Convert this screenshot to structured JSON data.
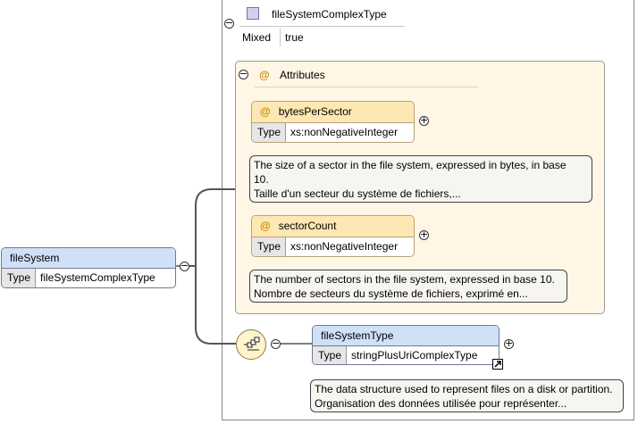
{
  "complex_type": {
    "name": "fileSystemComplexType",
    "mixed_label": "Mixed",
    "mixed_value": "true"
  },
  "attributes_group": {
    "at_symbol": "@",
    "label": "Attributes",
    "items": [
      {
        "name": "bytesPerSector",
        "type_label": "Type",
        "type_value": "xs:nonNegativeInteger",
        "doc_line1": "The size of a sector in the file system, expressed in bytes, in base",
        "doc_line2": "10.",
        "doc_line3": "Taille d'un secteur du système de fichiers,..."
      },
      {
        "name": "sectorCount",
        "type_label": "Type",
        "type_value": "xs:nonNegativeInteger",
        "doc_line1": "The number of sectors in the file system, expressed in base 10.",
        "doc_line2": "Nombre de secteurs du système de fichiers, exprimé en..."
      }
    ]
  },
  "root_element": {
    "name": "fileSystem",
    "type_label": "Type",
    "type_value": "fileSystemComplexType"
  },
  "child_element": {
    "name": "fileSystemType",
    "type_label": "Type",
    "type_value": "stringPlusUriComplexType",
    "doc_line1": "The data structure used to represent files on a disk or partition.",
    "doc_line2": "Organisation des données utilisée pour représenter..."
  },
  "symbols": {
    "collapse": "−",
    "expand": "+"
  }
}
